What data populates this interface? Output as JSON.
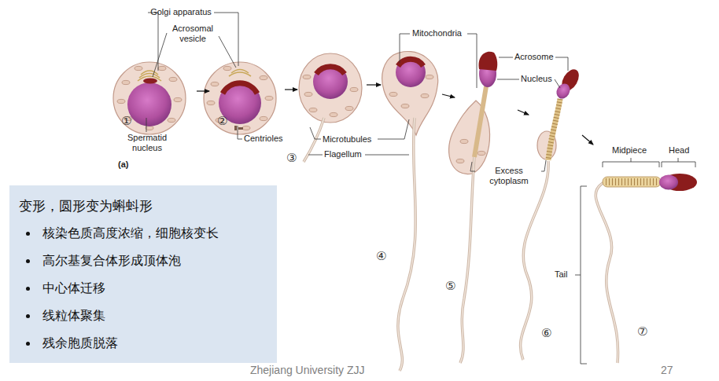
{
  "diagram": {
    "nodes": [
      {
        "text": [
          "变形，圆形变为蝌蚪形",
          "核染色质高度浓缩，细胞核变长",
          "高尔基复合体形成顶体泡",
          "中心体迁移",
          "线粒体聚集",
          "残余胞质脱落"
        ]
      }
    ],
    "labels": [
      "Golgi apparatus",
      "Acrosomal vesicle",
      "Mitochondria",
      "Acrosome",
      "Nucleus",
      "①",
      "Spermatid nucleus",
      "②",
      "Centrioles",
      "Microtubules",
      "③",
      "Flagellum",
      "(a)",
      "Midpiece",
      "Head",
      "Excess cytoplasm",
      "Tail",
      "④",
      "⑤",
      "⑥",
      "⑦",
      "Zhejiang University ZJJ",
      "27"
    ]
  }
}
